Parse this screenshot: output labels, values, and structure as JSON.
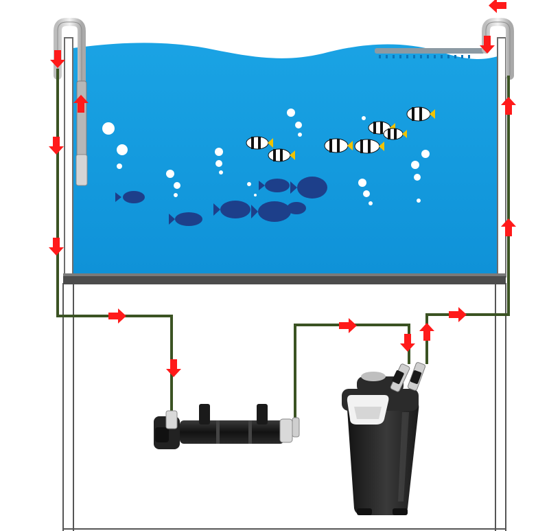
{
  "colors": {
    "water": "#1ba6e6",
    "water_deep": "#0e8fd4",
    "pipe": "#3b5323",
    "arrow": "#ff1a1a",
    "glass": "#6f6f6f",
    "stand": "#505050",
    "filter_body": "#2a2a2a",
    "uv_body": "#1e1e1e",
    "bubble": "#ffffff",
    "fish_dark": "#1d3f8a",
    "fish_stripe": "#f2c300"
  },
  "diagram": {
    "components": [
      {
        "id": "aquarium-tank",
        "icon": "tank-icon"
      },
      {
        "id": "intake-pipe",
        "icon": "intake-pipe-icon"
      },
      {
        "id": "outflow-pipe",
        "icon": "outflow-pipe-icon"
      },
      {
        "id": "spray-bar",
        "icon": "spray-bar-icon"
      },
      {
        "id": "uv-sterilizer",
        "icon": "uv-sterilizer-icon"
      },
      {
        "id": "canister-filter",
        "icon": "canister-filter-icon"
      },
      {
        "id": "cabinet-stand",
        "icon": "stand-icon"
      }
    ],
    "flow": [
      "aquarium-tank",
      "intake-pipe",
      "uv-sterilizer",
      "canister-filter",
      "outflow-pipe",
      "spray-bar",
      "aquarium-tank"
    ]
  }
}
